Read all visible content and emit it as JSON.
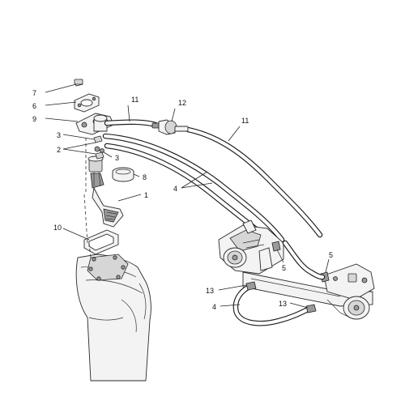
{
  "callouts": {
    "c7": "7",
    "c6": "6",
    "c9": "9",
    "c3a": "3",
    "c2": "2",
    "c3b": "3",
    "c11a": "11",
    "c12": "12",
    "c11b": "11",
    "c8": "8",
    "c4a": "4",
    "c1": "1",
    "c10": "10",
    "c5a": "5",
    "c5b": "5",
    "c13a": "13",
    "c4b": "4",
    "c13b": "13"
  },
  "colors": {
    "line": "#1c1c1c",
    "background": "#ffffff",
    "part_fill": "#f3f3f3"
  }
}
